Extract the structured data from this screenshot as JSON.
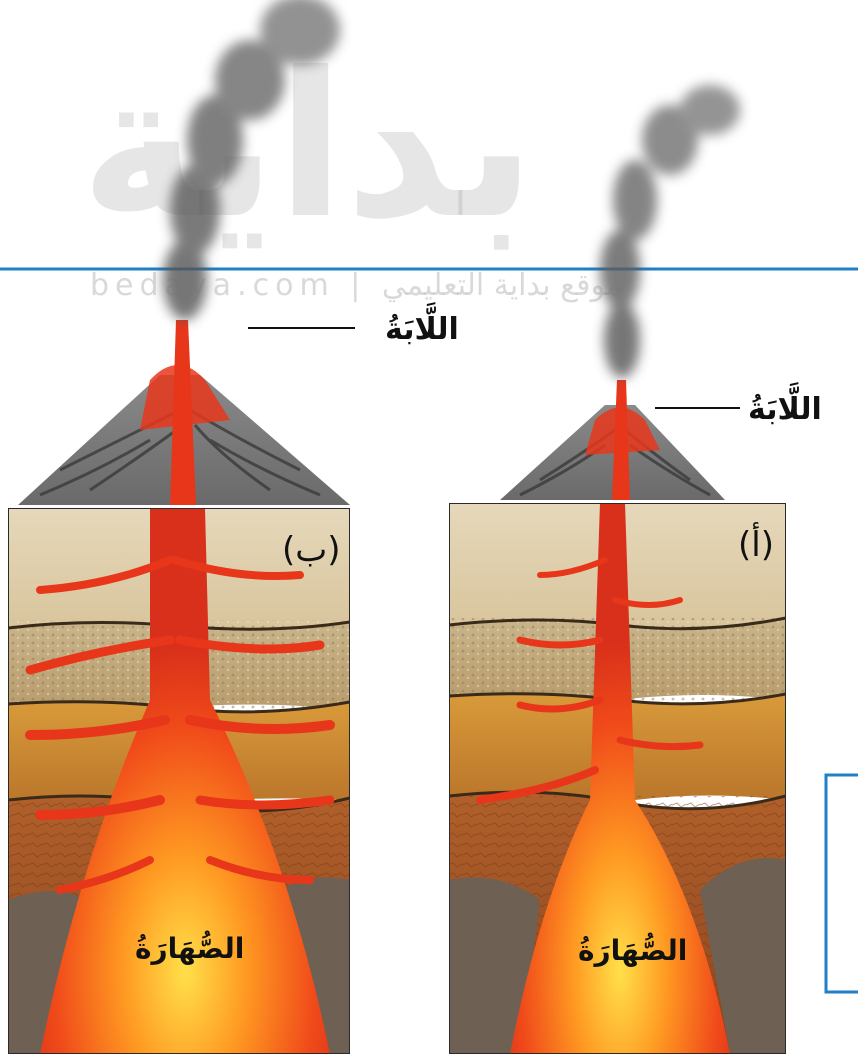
{
  "watermark": {
    "brand": "بداية",
    "url": "bedaya.com",
    "site_text": "موقع بداية التعليمي"
  },
  "colors": {
    "rule_blue": "#1f7fc7",
    "magma_red": "#e8361b",
    "magma_core": "#ffd23a",
    "rock_sand": "#e2d3b4",
    "rock_ochre": "#c88a34",
    "rock_brown": "#9a4e22",
    "ash_grey": "#6e6e6e"
  },
  "panels": [
    {
      "id": "b",
      "tag": "(ب)",
      "lava_label": "اللَّابَةُ",
      "magma_label": "الصُّهَارَةُ"
    },
    {
      "id": "a",
      "tag": "(أ)",
      "lava_label": "اللَّابَةُ",
      "magma_label": "الصُّهَارَةُ"
    }
  ]
}
